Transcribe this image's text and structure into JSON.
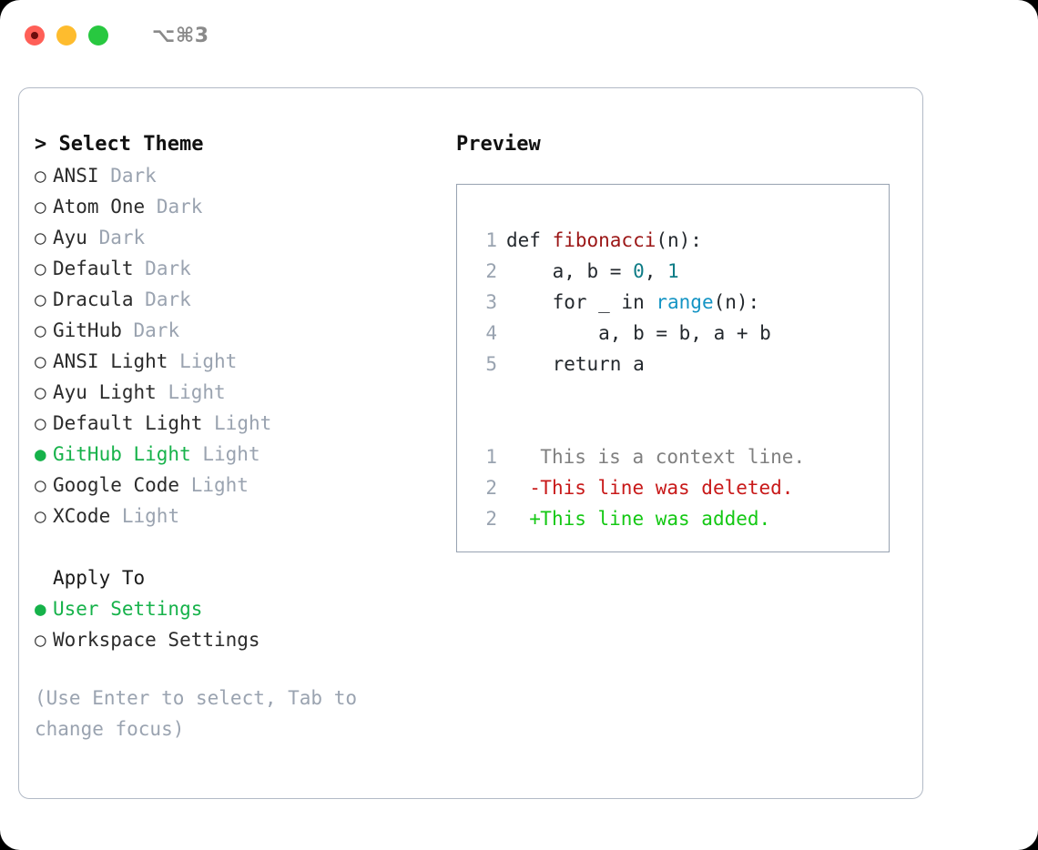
{
  "titlebar": {
    "lights": [
      {
        "name": "close",
        "color": "#ff5f57"
      },
      {
        "name": "minimize",
        "color": "#febc2e"
      },
      {
        "name": "zoom",
        "color": "#28c840"
      }
    ],
    "shortcut": "⌥⌘3"
  },
  "theme_picker": {
    "header": "Select Theme",
    "caret": ">",
    "radio_off": "○",
    "radio_on": "●",
    "selected_color": "#16b24a",
    "suffix_color": "#9aa3b0",
    "items": [
      {
        "label": "ANSI",
        "suffix": "Dark",
        "selected": false
      },
      {
        "label": "Atom One",
        "suffix": "Dark",
        "selected": false
      },
      {
        "label": "Ayu",
        "suffix": "Dark",
        "selected": false
      },
      {
        "label": "Default",
        "suffix": "Dark",
        "selected": false
      },
      {
        "label": "Dracula",
        "suffix": "Dark",
        "selected": false
      },
      {
        "label": "GitHub",
        "suffix": "Dark",
        "selected": false
      },
      {
        "label": "ANSI Light",
        "suffix": "Light",
        "selected": false
      },
      {
        "label": "Ayu Light",
        "suffix": "Light",
        "selected": false
      },
      {
        "label": "Default Light",
        "suffix": "Light",
        "selected": false
      },
      {
        "label": "GitHub Light",
        "suffix": "Light",
        "selected": true
      },
      {
        "label": "Google Code",
        "suffix": "Light",
        "selected": false
      },
      {
        "label": "XCode",
        "suffix": "Light",
        "selected": false
      }
    ]
  },
  "apply_to": {
    "header": "Apply To",
    "items": [
      {
        "label": "User Settings",
        "selected": true
      },
      {
        "label": "Workspace Settings",
        "selected": false
      }
    ]
  },
  "hint": "(Use Enter to select, Tab to change focus)",
  "preview": {
    "title": "Preview",
    "code_lines": [
      {
        "no": "1",
        "tokens": [
          {
            "t": "def ",
            "c": "plain"
          },
          {
            "t": "fibonacci",
            "c": "fn"
          },
          {
            "t": "(n):",
            "c": "plain"
          }
        ]
      },
      {
        "no": "2",
        "tokens": [
          {
            "t": "    a, b = ",
            "c": "plain"
          },
          {
            "t": "0",
            "c": "num"
          },
          {
            "t": ", ",
            "c": "plain"
          },
          {
            "t": "1",
            "c": "num"
          }
        ]
      },
      {
        "no": "3",
        "tokens": [
          {
            "t": "    for _ in ",
            "c": "plain"
          },
          {
            "t": "range",
            "c": "call"
          },
          {
            "t": "(n):",
            "c": "plain"
          }
        ]
      },
      {
        "no": "4",
        "tokens": [
          {
            "t": "        a, b = b, a + b",
            "c": "plain"
          }
        ]
      },
      {
        "no": "5",
        "tokens": [
          {
            "t": "    return a",
            "c": "plain"
          }
        ]
      }
    ],
    "diff_lines": [
      {
        "no": "1",
        "mark": " ",
        "text": "This is a context line.",
        "kind": "ctx"
      },
      {
        "no": "2",
        "mark": "-",
        "text": "This line was deleted.",
        "kind": "del"
      },
      {
        "no": "2",
        "mark": "+",
        "text": "This line was added.",
        "kind": "add"
      }
    ],
    "colors": {
      "function": "#9b1616",
      "number": "#0e7c86",
      "builtin_call": "#1494c4",
      "lineno": "#99a3b0",
      "diff_context": "#808080",
      "diff_deleted": "#c81919",
      "diff_added": "#14c814"
    }
  }
}
